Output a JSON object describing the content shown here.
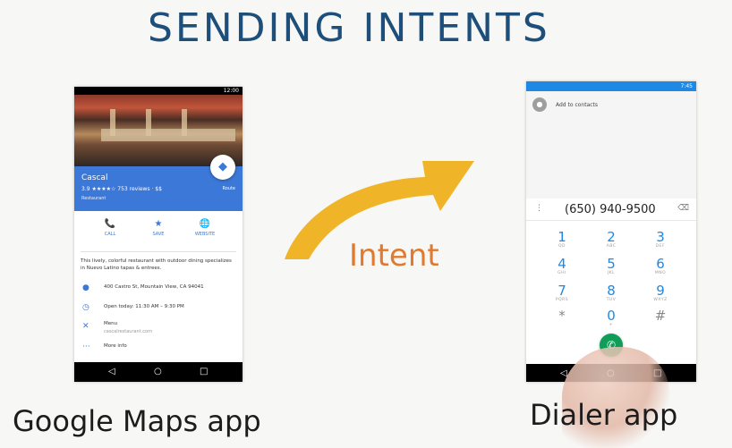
{
  "title": "SENDING  INTENTS",
  "intent_label": "Intent",
  "labels": {
    "maps": "Google Maps app",
    "dialer": "Dialer app"
  },
  "colors": {
    "title": "#1e4f7a",
    "arrow": "#f0b429",
    "intent": "#e07a2e",
    "maps_blue": "#3c78d8",
    "dialer_blue": "#1e88e5",
    "call_green": "#0f9d58"
  },
  "maps_app": {
    "status_time": "12:00",
    "place_name": "Cascal",
    "rating_line": "3.9 ★★★★☆  753 reviews · $$",
    "place_type": "Restaurant",
    "route_label": "Route",
    "actions": [
      {
        "icon": "phone-icon",
        "glyph": "📞",
        "label": "CALL"
      },
      {
        "icon": "star-icon",
        "glyph": "★",
        "label": "SAVE"
      },
      {
        "icon": "globe-icon",
        "glyph": "🌐",
        "label": "WEBSITE"
      }
    ],
    "description": "This lively, colorful restaurant with outdoor dining specializes in Nuevo Latino tapas & entrees.",
    "address": "400 Castro St, Mountain View, CA 94041",
    "hours": "Open today: 11:30 AM – 9:30 PM",
    "menu": "Menu",
    "menu_url": "cascalrestaurant.com",
    "more_info": "More info"
  },
  "dialer_app": {
    "status_time": "7:45",
    "add_to_contacts": "Add to contacts",
    "number": "(650) 940-9500",
    "keys": [
      {
        "d": "1",
        "l": "QD"
      },
      {
        "d": "2",
        "l": "ABC"
      },
      {
        "d": "3",
        "l": "DEF"
      },
      {
        "d": "4",
        "l": "GHI"
      },
      {
        "d": "5",
        "l": "JKL"
      },
      {
        "d": "6",
        "l": "MNO"
      },
      {
        "d": "7",
        "l": "PQRS"
      },
      {
        "d": "8",
        "l": "TUV"
      },
      {
        "d": "9",
        "l": "WXYZ"
      },
      {
        "d": "*",
        "l": ""
      },
      {
        "d": "0",
        "l": "+"
      },
      {
        "d": "#",
        "l": ""
      }
    ]
  }
}
